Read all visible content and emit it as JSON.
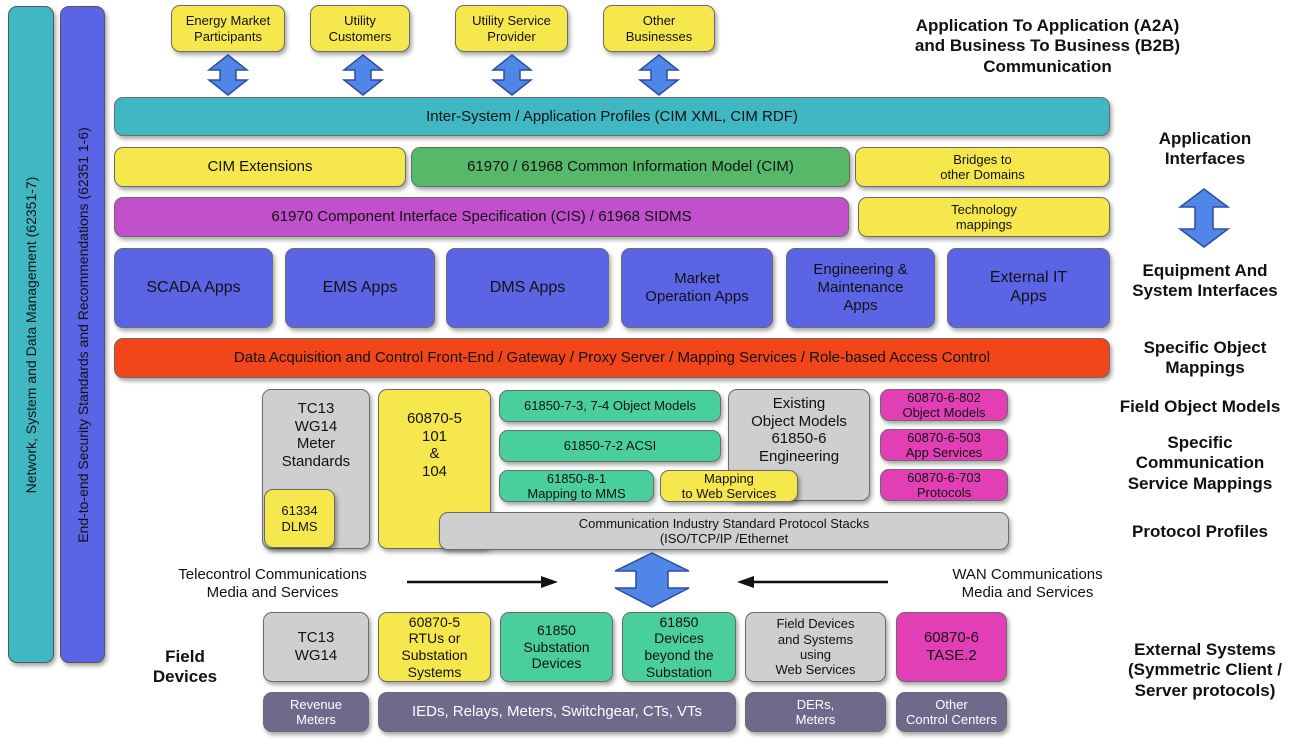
{
  "side_bars": {
    "network": "Network, System and Data Management (62351-7)",
    "security": "End-to-end Security Standards and Recommendations (62351 1-6)"
  },
  "top_participants": [
    "Energy Market\nParticipants",
    "Utility\nCustomers",
    "Utility Service\nProvider",
    "Other\nBusinesses"
  ],
  "layers": {
    "inter_system": "Inter-System / Application Profiles (CIM XML, CIM RDF)",
    "cim_extensions": "CIM Extensions",
    "cim": "61970 / 61968 Common Information Model (CIM)",
    "bridges": "Bridges to\nother Domains",
    "cis": "61970 Component Interface Specification (CIS) / 61968 SIDMS",
    "tech_mappings": "Technology\nmappings",
    "apps": [
      "SCADA  Apps",
      "EMS Apps",
      "DMS Apps",
      "Market\nOperation Apps",
      "Engineering &\nMaintenance\nApps",
      "External IT\nApps"
    ],
    "data_acq": "Data Acquisition and Control Front-End / Gateway / Proxy Server / Mapping Services / Role-based Access Control"
  },
  "middle": {
    "tc13": "TC13\nWG14\nMeter\nStandards",
    "dlms": "61334\nDLMS",
    "iec608705": "60870-5\n101\n&\n104",
    "obj_models": "61850-7-3, 7-4 Object Models",
    "acsi": "61850-7-2 ACSI",
    "mms": "61850-8-1\nMapping to MMS",
    "web_services": "Mapping\nto Web Services",
    "existing": "Existing\nObject Models\n61850-6\nEngineering",
    "p802": "60870-6-802\nObject Models",
    "p503": "60870-6-503\nApp Services",
    "p703": "60870-6-703\nProtocols",
    "protocol_stacks": "Communication Industry Standard Protocol Stacks\n(ISO/TCP/IP /Ethernet"
  },
  "media": {
    "telecontrol": "Telecontrol Communications\nMedia and Services",
    "wan": "WAN Communications\nMedia and Services"
  },
  "field_devices_label": "Field\nDevices",
  "bottom": {
    "devices": [
      "TC13\nWG14",
      "60870-5\nRTUs or\nSubstation\nSystems",
      "61850\nSubstation\nDevices",
      "61850\nDevices\nbeyond the\nSubstation",
      "Field Devices\nand Systems\nusing\nWeb Services",
      "60870-6\nTASE.2"
    ],
    "base": [
      "Revenue\nMeters",
      "IEDs, Relays, Meters, Switchgear, CTs, VTs",
      "DERs,\nMeters",
      "Other\nControl Centers"
    ]
  },
  "right_labels": {
    "a2a": "Application To Application (A2A)\nand Business To Business (B2B)\nCommunication",
    "app_interfaces": "Application\nInterfaces",
    "equipment": "Equipment And\nSystem Interfaces",
    "specific_obj": "Specific Object\nMappings",
    "field_obj": "Field Object Models",
    "specific_comm": "Specific\nCommunication\nService Mappings",
    "protocol_profiles": "Protocol Profiles",
    "external": "External Systems\n(Symmetric Client /\nServer protocols)"
  },
  "colors": {
    "yellow": "#f6e84c",
    "teal": "#3fb8c4",
    "green": "#56b96a",
    "magenta": "#c24fcc",
    "blue": "#5c64e6",
    "red": "#f2461a",
    "gray": "#cfcfcf",
    "seagreen": "#48cf9c",
    "pink": "#e23fb7",
    "slate": "#6e6a8c",
    "arrow": "#4f86e8"
  }
}
